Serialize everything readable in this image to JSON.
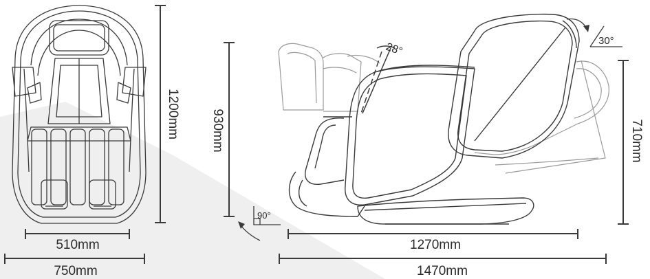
{
  "dimensions": {
    "front_width_inner": "510mm",
    "front_width_outer": "750mm",
    "front_height": "1200mm",
    "side_height": "930mm",
    "reclined_height": "710mm",
    "side_length_upright": "1270mm",
    "side_length_reclined": "1470mm"
  },
  "angles": {
    "backrest_recline": "28°",
    "leg_rest": "90°",
    "recline_tilt": "30°"
  },
  "colors": {
    "line": "#3a3a3a",
    "ghost_line": "#9a9a9a",
    "shadow": "#efefef",
    "text": "#2a2a2a"
  }
}
